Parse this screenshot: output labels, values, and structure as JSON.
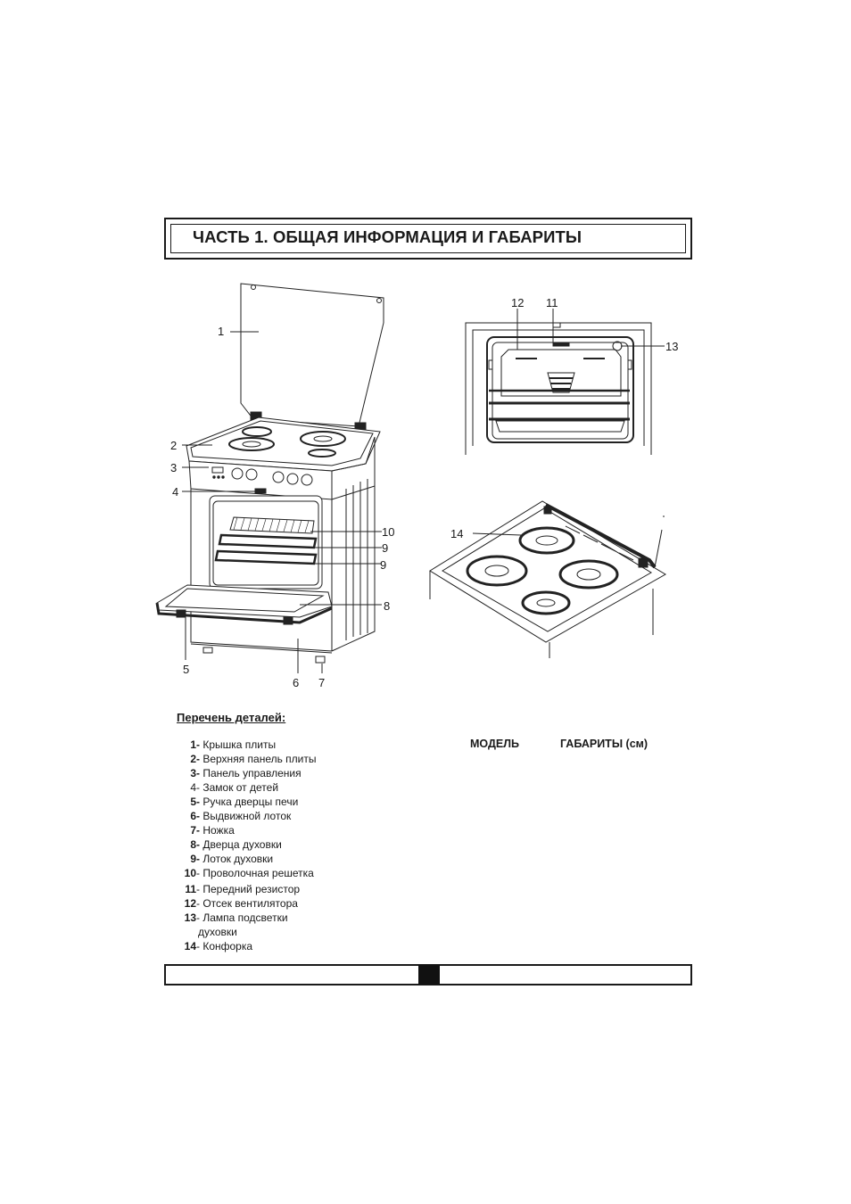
{
  "title": "ЧАСТЬ 1. ОБЩАЯ ИНФОРМАЦИЯ И ГАБАРИТЫ",
  "callouts_main": [
    "1",
    "2",
    "3",
    "4",
    "10",
    "9",
    "9",
    "8",
    "5",
    "6",
    "7"
  ],
  "callouts_oven": [
    "12",
    "11",
    "13"
  ],
  "callouts_hob": [
    "14"
  ],
  "parts_heading": "Перечень деталей:",
  "parts": [
    {
      "num": "1",
      "sep": "-",
      "text": "Крышка плиты"
    },
    {
      "num": "2",
      "sep": "-",
      "text": "Верхняя панель плиты"
    },
    {
      "num": "3",
      "sep": "-",
      "text": "Панель управления"
    },
    {
      "num": "4",
      "sep": "-",
      "text": "Замок от детей"
    },
    {
      "num": "5",
      "sep": "-",
      "text": "Ручка дверцы печи"
    },
    {
      "num": "6",
      "sep": "-",
      "text": "Выдвижной лоток"
    },
    {
      "num": "7",
      "sep": "-",
      "text": "Ножка"
    },
    {
      "num": "8",
      "sep": "-",
      "text": "Дверца духовки"
    },
    {
      "num": "9",
      "sep": "-",
      "text": "Лоток духовки"
    },
    {
      "num": "10",
      "sep": "-",
      "text": "Проволочная решетка"
    },
    {
      "num": "11",
      "sep": "-",
      "text": "Передний резистор"
    },
    {
      "num": "12",
      "sep": "-",
      "text": "Отсек вентилятора"
    },
    {
      "num": "13",
      "sep": "-",
      "text": "Лампа подсветки"
    },
    {
      "num": "14",
      "sep": "-",
      "text": "Конфорка"
    }
  ],
  "part13_line2": "духовки",
  "table_headers": {
    "model": "МОДЕЛЬ",
    "dims": "ГАБАРИТЫ (см)"
  }
}
